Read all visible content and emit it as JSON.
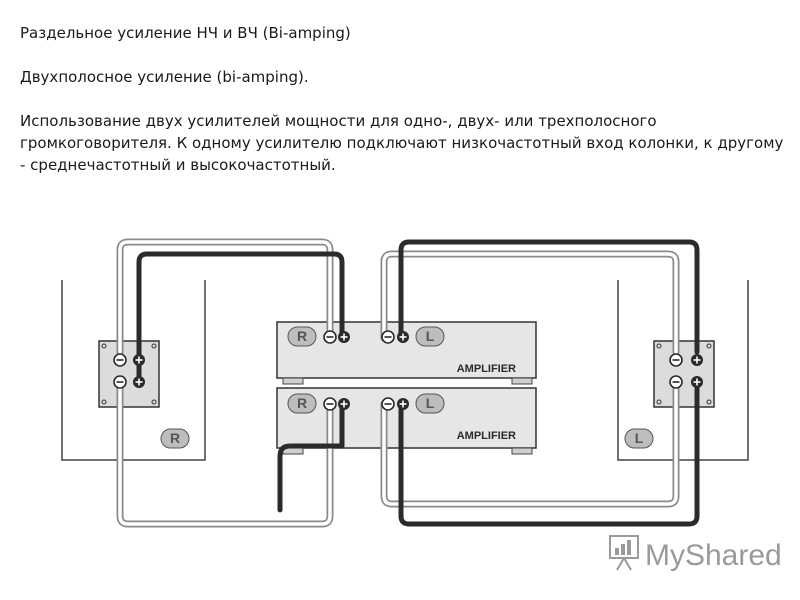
{
  "text": {
    "title": "Раздельное усиление НЧ и ВЧ (Bi-amping)",
    "subtitle": "Двухполосное усиление (bi-amping).",
    "description": "Использование двух усилителей мощности для одно-, двух- или трехполосного громкоговорителя. К одному усилителю подключают низкочастотный вход колонки, к другому - среднечастотный и высокочастотный."
  },
  "diagram": {
    "amplifiers": [
      {
        "label": "AMPLIFIER",
        "left_channel": "L",
        "right_channel": "R"
      },
      {
        "label": "AMPLIFIER",
        "left_channel": "L",
        "right_channel": "R"
      }
    ],
    "speakers": {
      "left": "L",
      "right": "R"
    },
    "terminal_symbols": {
      "minus": "−",
      "plus": "+"
    }
  },
  "watermark": {
    "text": "MyShared"
  }
}
